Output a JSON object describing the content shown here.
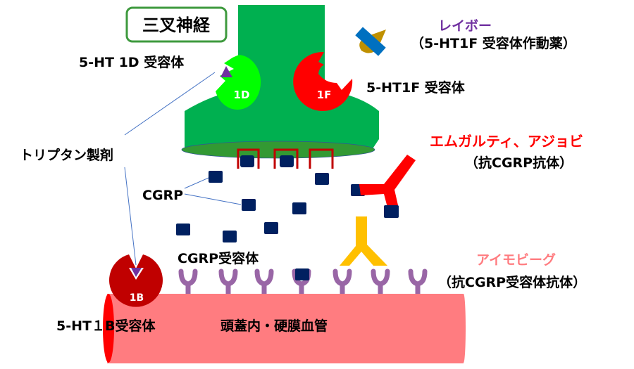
{
  "title": "三叉神経",
  "labels": {
    "r1d": "5-HT 1D 受容体",
    "r1f": "5-HT1F 受容体",
    "r1b": "5-HT１B受容体",
    "triptan": "トリプタン製剤",
    "cgrp": "CGRP",
    "cgrp_receptor": "CGRP受容体",
    "vessel": "頭蓋内・硬膜血管",
    "badge_1d": "1D",
    "badge_1f": "1F",
    "badge_1b": "1B"
  },
  "drugs": {
    "reyvow_name": "レイボー",
    "reyvow_desc": "（5-HT1F 受容体作動薬）",
    "emgality_name": "エムガルティ、アジョビ",
    "emgality_desc": "（抗CGRP抗体）",
    "aimovig_name": "アイモビーグ",
    "aimovig_desc": "（抗CGRP受容体抗体）"
  },
  "colors": {
    "nerve": "#00b050",
    "purple": "#7030a0",
    "red": "#ff0000",
    "pink": "#ff7c80",
    "navy": "#002060"
  }
}
